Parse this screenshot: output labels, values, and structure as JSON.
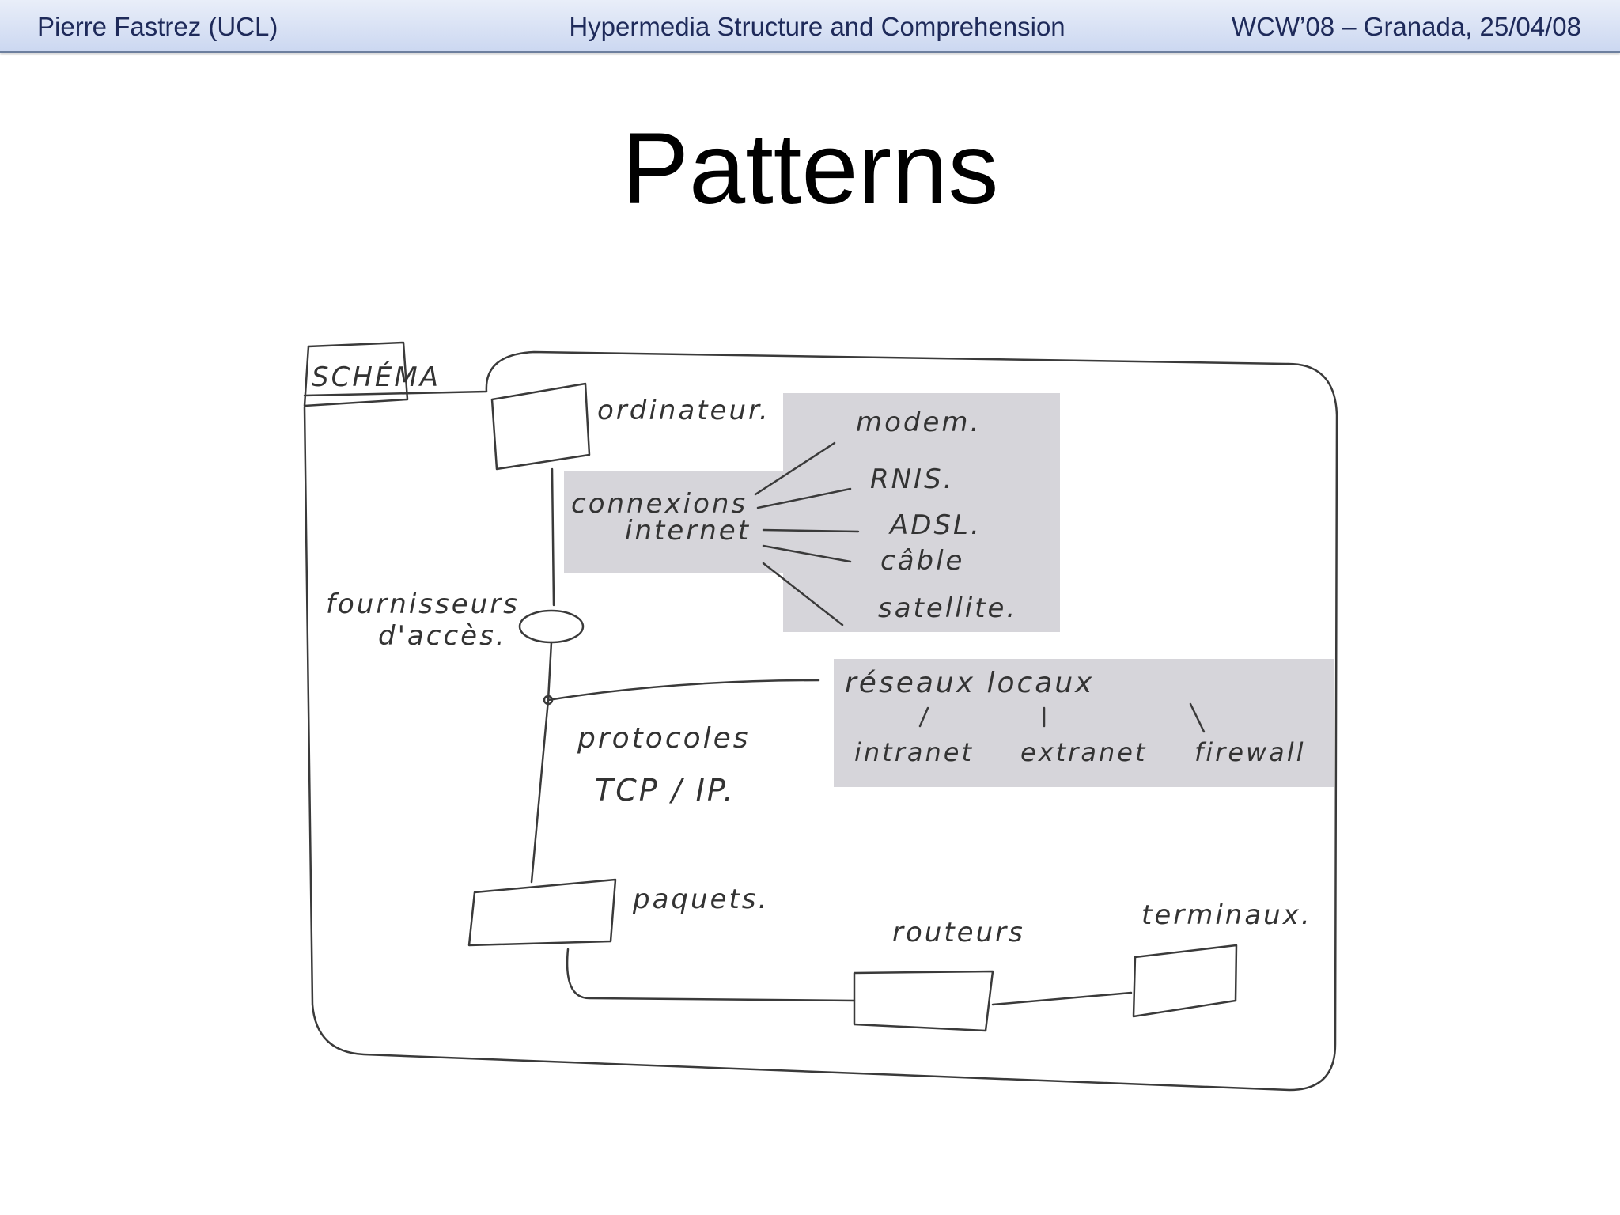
{
  "header": {
    "left": "Pierre Fastrez (UCL)",
    "center": "Hypermedia Structure and Comprehension",
    "right": "WCW’08 – Granada, 25/04/08"
  },
  "slide": {
    "title": "Patterns"
  },
  "sketch": {
    "schema": "SCHÉMA",
    "ordinateur": "ordinateur.",
    "connexions_line1": "connexions",
    "connexions_line2": "internet",
    "modem": "modem.",
    "rnis": "RNIS.",
    "adsl": "ADSL.",
    "cable": "câble",
    "satellite": "satellite.",
    "fournisseurs_line1": "fournisseurs",
    "fournisseurs_line2": "d'accès.",
    "reseaux": "réseaux locaux",
    "intranet": "intranet",
    "extranet": "extranet",
    "firewall": "firewall",
    "protocoles": "protocoles",
    "tcpip": "TCP / IP.",
    "paquets": "paquets.",
    "routeurs": "routeurs",
    "terminaux": "terminaux."
  }
}
